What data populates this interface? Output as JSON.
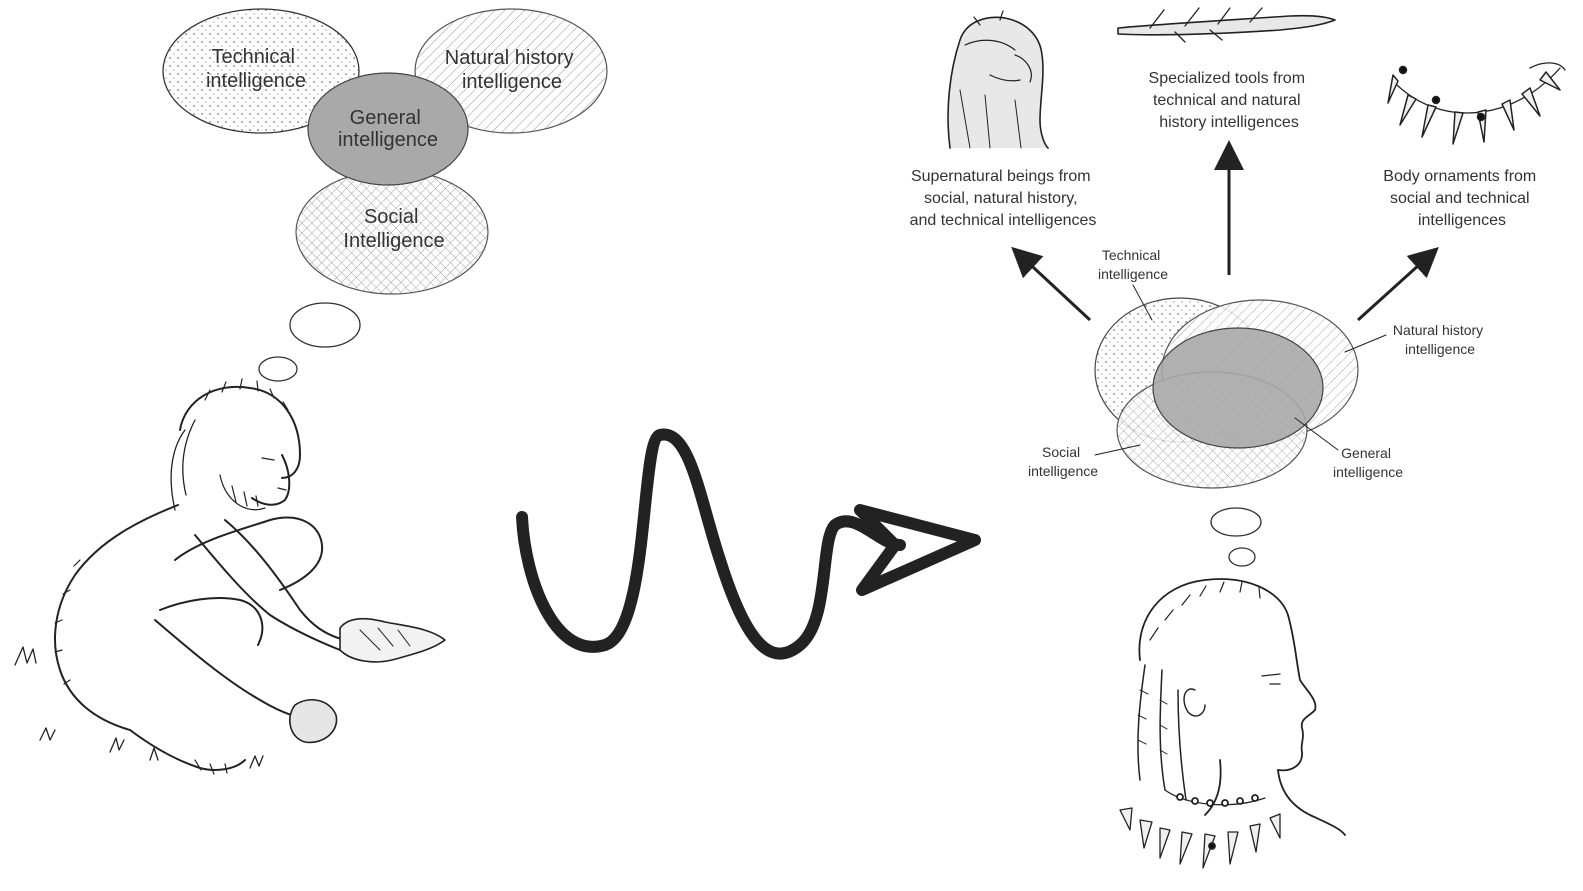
{
  "left_bubble": {
    "technical": [
      "Technical",
      "intelligence"
    ],
    "natural": [
      "Natural history",
      "intelligence"
    ],
    "general": [
      "General",
      "intelligence"
    ],
    "social": [
      "Social",
      "Intelligence"
    ]
  },
  "right_products": {
    "supernatural": [
      "Supernatural beings from",
      "social, natural history,",
      "and technical intelligences"
    ],
    "tools": [
      "Specialized tools from",
      "technical and natural",
      "history intelligences"
    ],
    "ornaments": [
      "Body ornaments from",
      "social and technical",
      "intelligences"
    ]
  },
  "right_bubble": {
    "technical": [
      "Technical",
      "intelligence"
    ],
    "natural": [
      "Natural history",
      "intelligence"
    ],
    "social": [
      "Social",
      "intelligence"
    ],
    "general": [
      "General",
      "intelligence"
    ]
  },
  "colors": {
    "general_fill": "#a9a9a9",
    "ink": "#222222",
    "label": "#333333"
  },
  "icons": [
    "archaic-human-icon",
    "modern-human-icon",
    "lion-man-figurine-icon",
    "harpoon-tool-icon",
    "tooth-necklace-icon",
    "squiggle-arrow-icon"
  ]
}
